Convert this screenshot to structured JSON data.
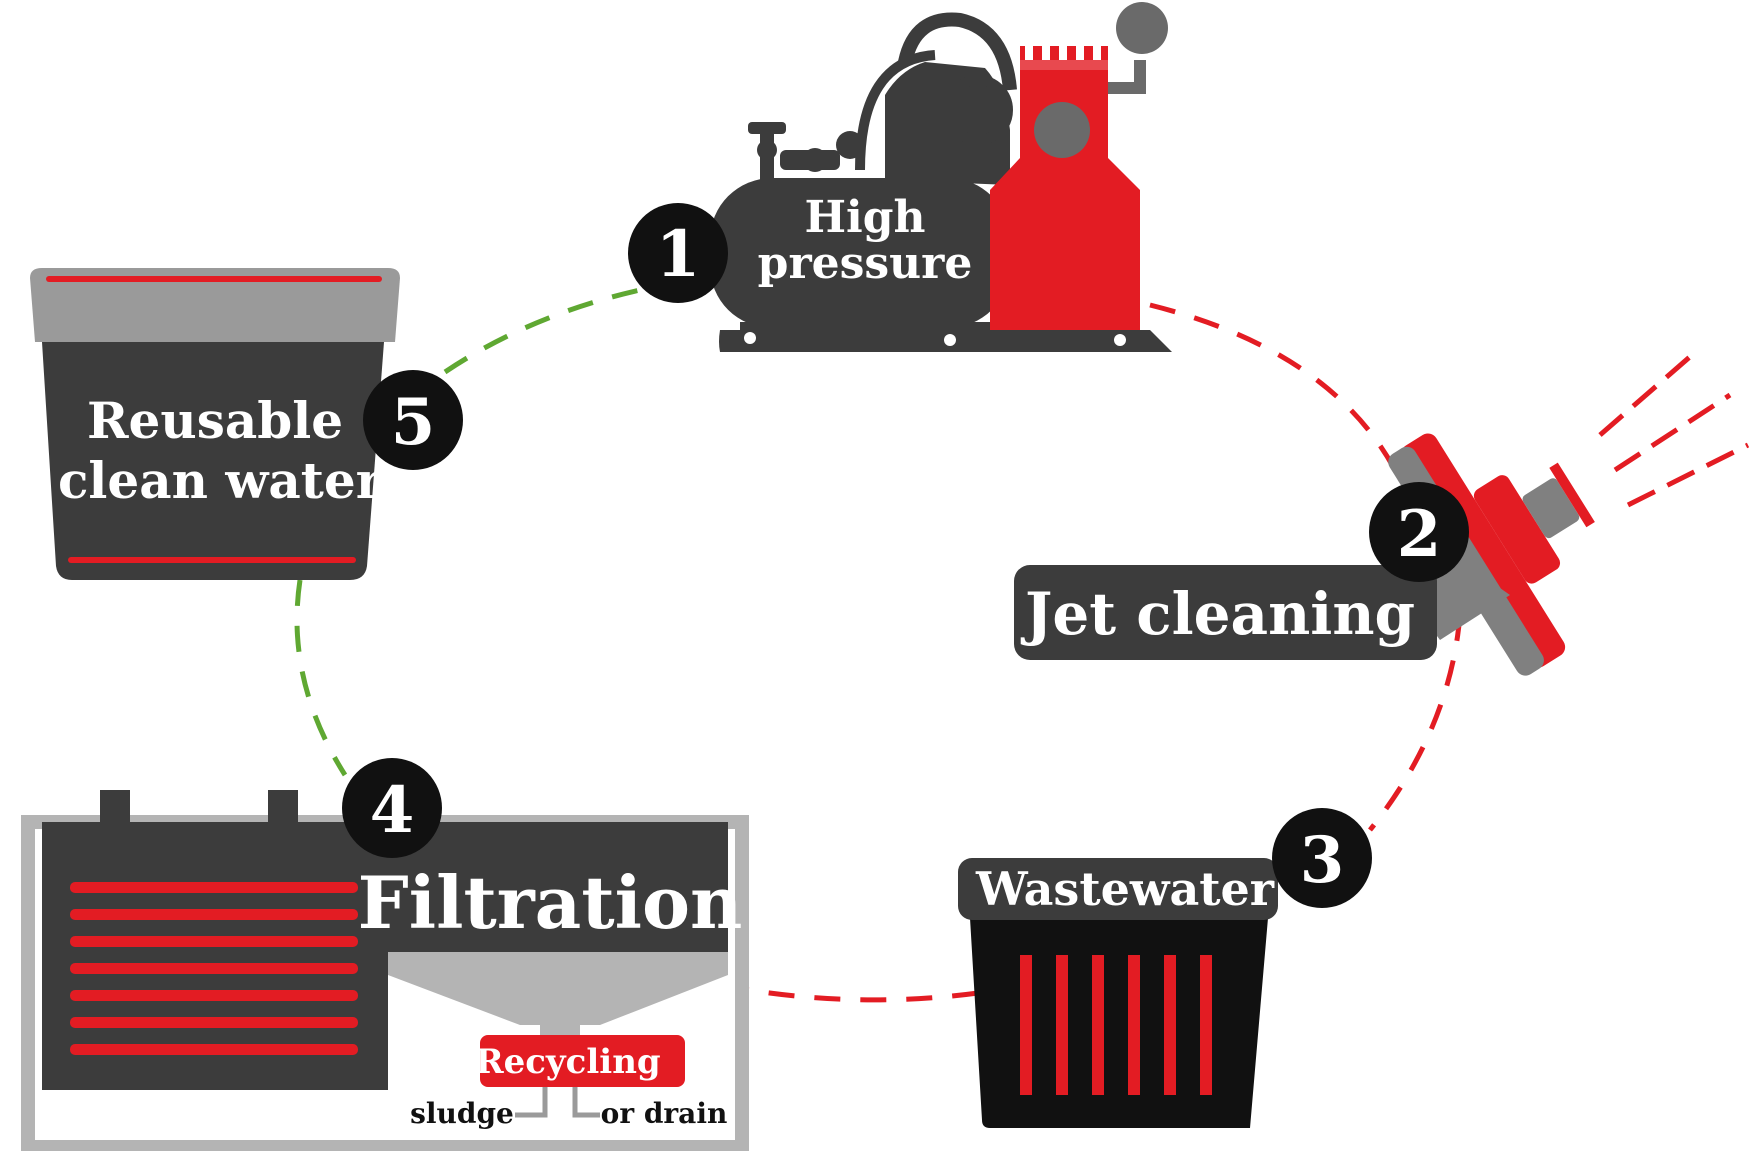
{
  "colors": {
    "dark": "#3c3c3c",
    "black": "#111111",
    "red": "#e31c23",
    "grey": "#9a9a9a",
    "light_grey": "#b4b4b4",
    "green_dash": "#5fa832",
    "red_dash": "#e31c23"
  },
  "steps": [
    {
      "number": "1",
      "label_line1": "High",
      "label_line2": "pressure",
      "icon": "pressure-pump-icon"
    },
    {
      "number": "2",
      "label": "Jet cleaning",
      "icon": "jet-nozzle-icon"
    },
    {
      "number": "3",
      "label": "Wastewater",
      "icon": "waste-bin-icon"
    },
    {
      "number": "4",
      "label": "Filtration",
      "icon": "filter-unit-icon"
    },
    {
      "number": "5",
      "label_line1": "Reusable",
      "label_line2": "clean water",
      "icon": "clean-water-tank-icon"
    }
  ],
  "filtration_outputs": {
    "recycling": "Recycling",
    "sludge": "sludge",
    "drain": "or drain"
  }
}
